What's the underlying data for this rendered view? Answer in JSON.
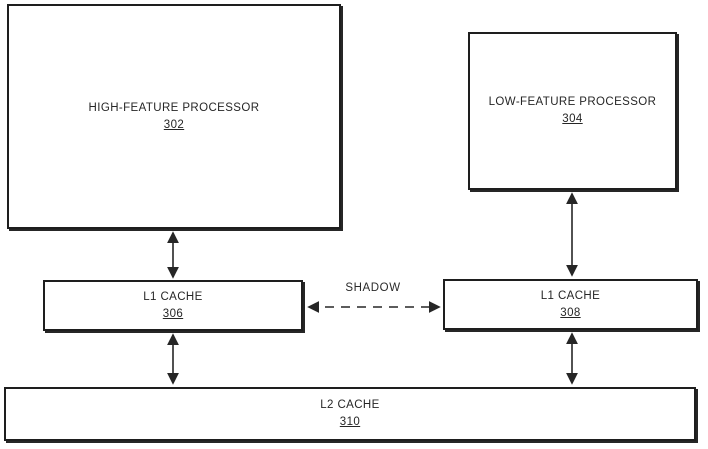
{
  "diagram": {
    "kind": "patent-block-diagram",
    "background_color": "#ffffff",
    "line_color": "#262626",
    "nodes": [
      {
        "id": "302",
        "label": "HIGH-FEATURE PROCESSOR",
        "ref": "302"
      },
      {
        "id": "304",
        "label": "LOW-FEATURE PROCESSOR",
        "ref": "304"
      },
      {
        "id": "306",
        "label": "L1 CACHE",
        "ref": "306"
      },
      {
        "id": "308",
        "label": "L1 CACHE",
        "ref": "308"
      },
      {
        "id": "310",
        "label": "L2 CACHE",
        "ref": "310"
      }
    ],
    "edges": [
      {
        "from": "302",
        "to": "306",
        "style": "solid",
        "bidirectional": true,
        "label": ""
      },
      {
        "from": "304",
        "to": "308",
        "style": "solid",
        "bidirectional": true,
        "label": ""
      },
      {
        "from": "306",
        "to": "310",
        "style": "solid",
        "bidirectional": true,
        "label": ""
      },
      {
        "from": "308",
        "to": "310",
        "style": "solid",
        "bidirectional": true,
        "label": ""
      },
      {
        "from": "306",
        "to": "308",
        "style": "dashed",
        "bidirectional": true,
        "label": "SHADOW"
      }
    ]
  }
}
